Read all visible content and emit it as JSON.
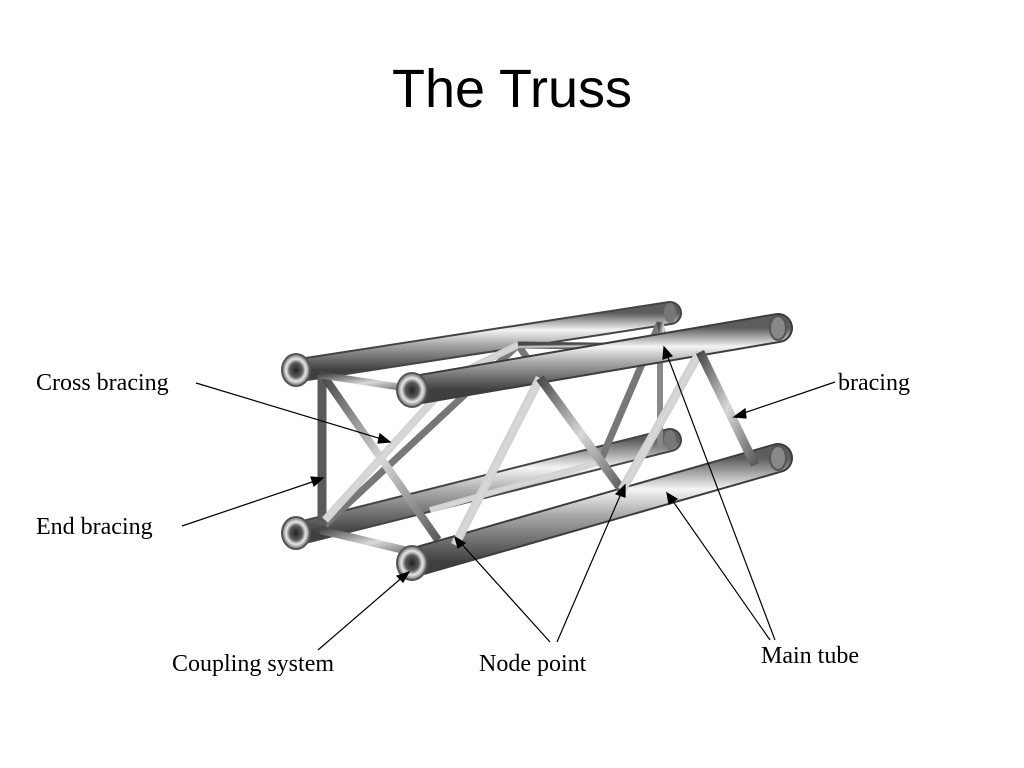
{
  "slide": {
    "title": "The Truss"
  },
  "labels": {
    "cross_bracing": "Cross bracing",
    "bracing": "bracing",
    "end_bracing": "End bracing",
    "coupling_system": "Coupling system",
    "node_point": "Node point",
    "main_tube": "Main tube"
  },
  "colors": {
    "background": "#ffffff",
    "text": "#000000",
    "leader": "#000000"
  }
}
